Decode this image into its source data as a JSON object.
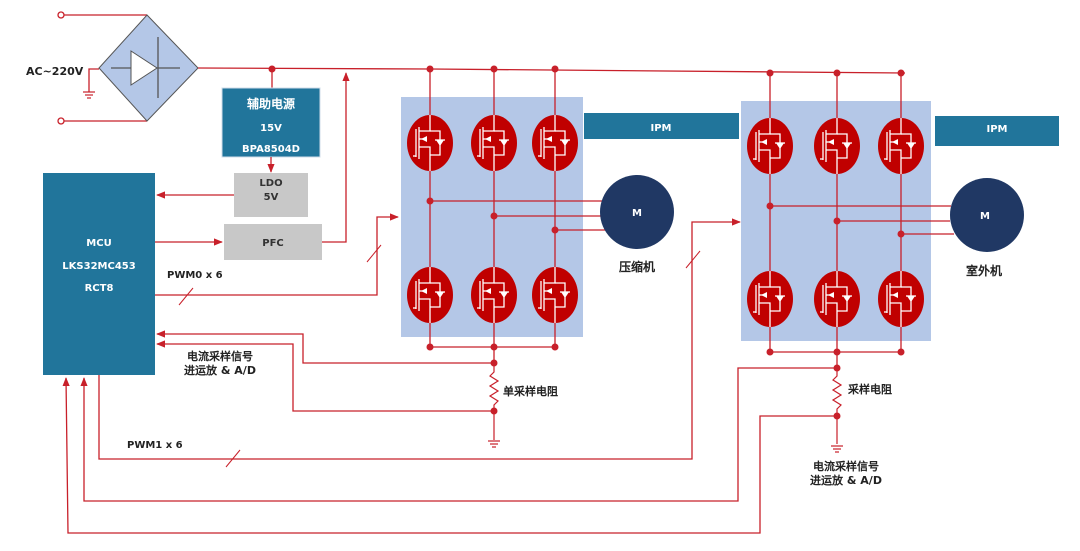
{
  "colors": {
    "wire": "#c8202a",
    "ipm_bg": "#b4c7e7",
    "block_teal": "#21759b",
    "block_grey": "#c8c8c8",
    "motor": "#203864",
    "switch": "#c00000"
  },
  "input": {
    "label": "AC~220V"
  },
  "aux_power": {
    "title": "辅助电源",
    "voltage": "15V",
    "part": "BPA8504D"
  },
  "ldo": {
    "title": "LDO",
    "voltage": "5V"
  },
  "pfc": {
    "title": "PFC"
  },
  "mcu": {
    "title": "MCU",
    "part": "LKS32MC453",
    "package": "RCT8"
  },
  "pwm0": {
    "label": "PWM0 x 6"
  },
  "pwm1": {
    "label": "PWM1 x 6"
  },
  "inverter1": {
    "ipm_label": "IPM",
    "motor_label": "M",
    "motor_name": "压缩机",
    "shunt_label": "单采样电阻"
  },
  "inverter2": {
    "ipm_label": "IPM",
    "motor_label": "M",
    "motor_name": "室外机",
    "shunt_label": "采样电阻"
  },
  "sense1": {
    "line1": "电流采样信号",
    "line2": "进运放 & A/D"
  },
  "sense2": {
    "line1": "电流采样信号",
    "line2": "进运放 & A/D"
  }
}
